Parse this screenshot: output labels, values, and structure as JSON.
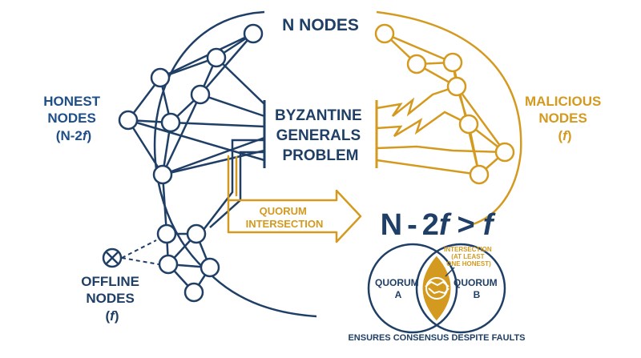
{
  "title": "N NODES",
  "center": {
    "lines": [
      "BYZANTINE",
      "GENERALS",
      "PROBLEM"
    ]
  },
  "honest": {
    "lines": [
      "HONEST",
      "NODES"
    ],
    "count_prefix": "(N-2",
    "count_var": "f",
    "count_suffix": ")"
  },
  "malicious": {
    "lines": [
      "MALICIOUS",
      "NODES"
    ],
    "count_prefix": "(",
    "count_var": "f",
    "count_suffix": ")"
  },
  "offline": {
    "lines": [
      "OFFLINE",
      "NODES"
    ],
    "count_prefix": "(",
    "count_var": "f",
    "count_suffix": ")"
  },
  "quorum_intersection": {
    "lines": [
      "QUORUM",
      "INTERSECTION"
    ]
  },
  "formula": {
    "n": "N",
    "minus": "-",
    "two": "2",
    "f1": "f",
    "gt": ">",
    "f2": "f"
  },
  "quorum_a": {
    "lines": [
      "QUORUM",
      "A"
    ]
  },
  "quorum_b": {
    "lines": [
      "QUORUM",
      "B"
    ]
  },
  "intersection_note": {
    "lines": [
      "INTERSECTION",
      "(AT LEAST",
      "ONE HONEST)"
    ]
  },
  "footer": "ENSURES CONSENSUS DESPITE FAULTS",
  "colors": {
    "navy": "#1f3f66",
    "gold": "#d49a1f"
  },
  "icons": {
    "offline": "crossed-circle-icon",
    "handshake": "handshake-icon"
  }
}
